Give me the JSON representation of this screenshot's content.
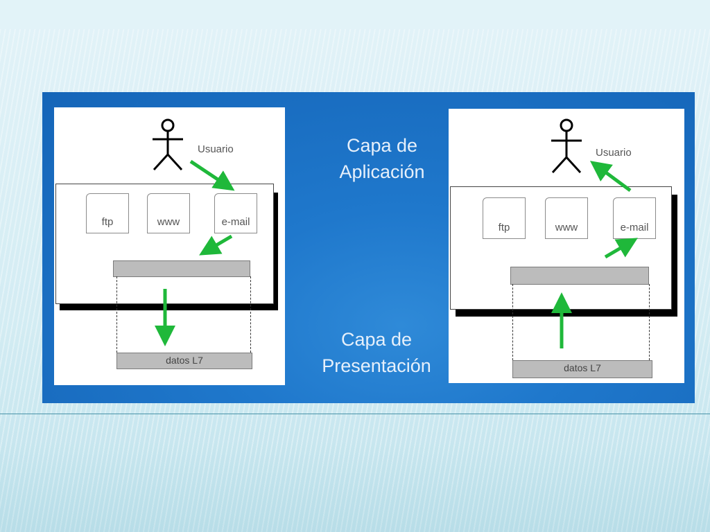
{
  "headings": {
    "application_layer": "Capa de\nAplicación",
    "presentation_layer": "Capa de\nPresentación"
  },
  "left_diagram": {
    "user_label": "Usuario",
    "apps": [
      "ftp",
      "www",
      "e-mail"
    ],
    "data_label": "datos L7"
  },
  "right_diagram": {
    "user_label": "Usuario",
    "apps": [
      "ftp",
      "www",
      "e-mail"
    ],
    "data_label": "datos L7"
  },
  "colors": {
    "slide_blue": "#1f78cc",
    "arrow_green": "#1fb83a",
    "bar_gray": "#bcbcbc"
  },
  "icons": [
    "person-icon",
    "arrow-icon"
  ]
}
